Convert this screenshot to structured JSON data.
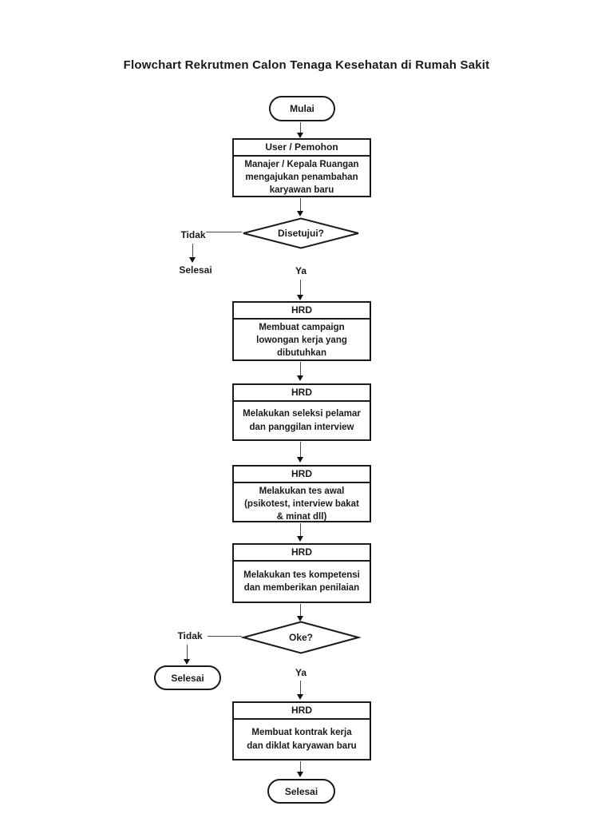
{
  "page": {
    "title": "Flowchart Rekrutmen Calon Tenaga Kesehatan di Rumah Sakit",
    "background": "#ffffff"
  },
  "colors": {
    "shape_stroke": "#1a1a1a",
    "text": "#1a1a1a",
    "connector_line": "#4a4a4a",
    "arrowhead": "#111111"
  },
  "flowchart": {
    "start": {
      "label": "Mulai"
    },
    "request": {
      "header": "User / Pemohon",
      "body": "Manajer / Kepala Ruangan\nmengajukan penambahan\nkaryawan baru"
    },
    "decision_approval": {
      "question": "Disetujui?",
      "no_label": "Tidak",
      "no_end_label": "Selesai",
      "yes_label": "Ya"
    },
    "hrd_campaign": {
      "header": "HRD",
      "body": "Membuat campaign\nlowongan kerja yang\ndibutuhkan"
    },
    "hrd_seleksi": {
      "header": "HRD",
      "body": "Melakukan seleksi pelamar\ndan panggilan interview"
    },
    "hrd_tes_awal": {
      "header": "HRD",
      "body": "Melakukan tes awal\n(psikotest, interview bakat\n& minat dll)"
    },
    "hrd_tes_kompetensi": {
      "header": "HRD",
      "body": "Melakukan tes kompetensi\ndan memberikan penilaian"
    },
    "decision_oke": {
      "question": "Oke?",
      "no_label": "Tidak",
      "no_end_label": "Selesai",
      "yes_label": "Ya"
    },
    "hrd_kontrak": {
      "header": "HRD",
      "body": "Membuat kontrak kerja\ndan diklat karyawan baru"
    },
    "end": {
      "label": "Selesai"
    }
  }
}
